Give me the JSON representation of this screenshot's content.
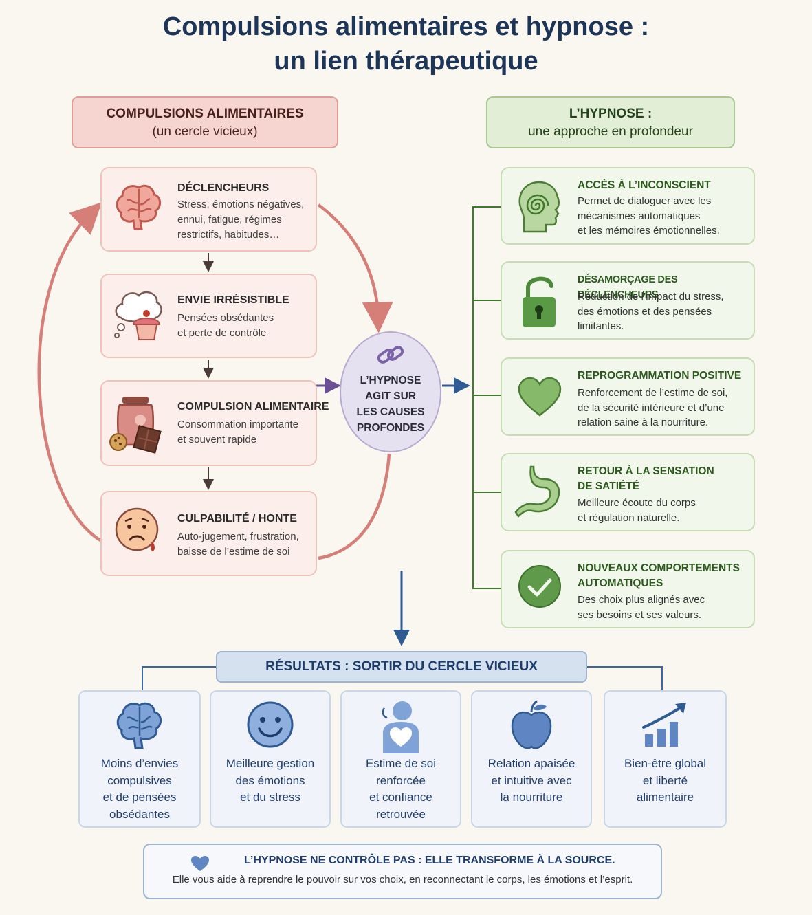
{
  "title": {
    "line1": "Compulsions alimentaires et hypnose :",
    "line2": "un lien thérapeutique"
  },
  "left_header": {
    "line1": "COMPULSIONS ALIMENTAIRES",
    "line2": "(un cercle vicieux)"
  },
  "right_header": {
    "line1": "L’HYPNOSE :",
    "line2": "une approche en profondeur"
  },
  "cycle": [
    {
      "icon": "brain-icon",
      "title": "DÉCLENCHEURS",
      "desc": "Stress, émotions négatives,\nennui, fatigue, régimes\nrestrictifs, habitudes…"
    },
    {
      "icon": "thought-cupcake-icon",
      "title": "ENVIE IRRÉSISTIBLE",
      "desc": "Pensées obsédantes\net perte de contrôle"
    },
    {
      "icon": "food-jar-icon",
      "title": "COMPULSION ALIMENTAIRE",
      "desc": "Consommation importante\net souvent rapide"
    },
    {
      "icon": "sad-face-icon",
      "title": "CULPABILITÉ / HONTE",
      "desc": "Auto-jugement, frustration,\nbaisse de l’estime de soi"
    }
  ],
  "center": {
    "icon": "link-icon",
    "text": "L’HYPNOSE\nAGIT SUR\nLES CAUSES\nPROFONDES"
  },
  "hypnosis": [
    {
      "icon": "head-spiral-icon",
      "title": "ACCÈS À L’INCONSCIENT",
      "desc": "Permet de dialoguer avec les\nmécanismes automatiques\net les mémoires émotionnelles."
    },
    {
      "icon": "unlocked-padlock-icon",
      "title": "DÉSAMORÇAGE DES DÉCLENCHEURS",
      "desc": "Réduction de l’impact du stress,\ndes émotions et des pensées\nlimitantes."
    },
    {
      "icon": "heart-icon",
      "title": "REPROGRAMMATION POSITIVE",
      "desc": "Renforcement de l’estime de soi,\nde la sécurité intérieure et d’une\nrelation saine à la nourriture."
    },
    {
      "icon": "stomach-icon",
      "title": "RETOUR À LA SENSATION\nDE SATIÉTÉ",
      "desc": "Meilleure écoute du corps\net régulation naturelle."
    },
    {
      "icon": "check-circle-icon",
      "title": "NOUVEAUX COMPORTEMENTS\nAUTOMATIQUES",
      "desc": "Des choix plus alignés avec\nses besoins et ses valeurs."
    }
  ],
  "results": {
    "header": "RÉSULTATS : SORTIR DU CERCLE VICIEUX",
    "items": [
      {
        "icon": "brain-icon",
        "text": "Moins d’envies\ncompulsives\net de pensées\nobsédantes"
      },
      {
        "icon": "smiley-icon",
        "text": "Meilleure gestion\ndes émotions\net du stress"
      },
      {
        "icon": "person-heart-icon",
        "text": "Estime de soi\nrenforcée\net confiance\nretrouvée"
      },
      {
        "icon": "apple-icon",
        "text": "Relation apaisée\net intuitive avec\nla nourriture"
      },
      {
        "icon": "growth-chart-icon",
        "text": "Bien-être global\net liberté\nalimentaire"
      }
    ]
  },
  "footer": {
    "icon": "heart-icon",
    "title": "L’HYPNOSE NE CONTRÔLE PAS : ELLE TRANSFORME À LA SOURCE.",
    "subtitle": "Elle vous aide à reprendre le pouvoir sur vos choix, en reconnectant le corps, les émotions et l’esprit."
  },
  "colors": {
    "title": "#1d3557",
    "cycle_accent": "#d67f78",
    "hypnosis_accent": "#5f9a4a",
    "center_accent": "#8a79b5",
    "results_accent": "#4f78b5"
  }
}
